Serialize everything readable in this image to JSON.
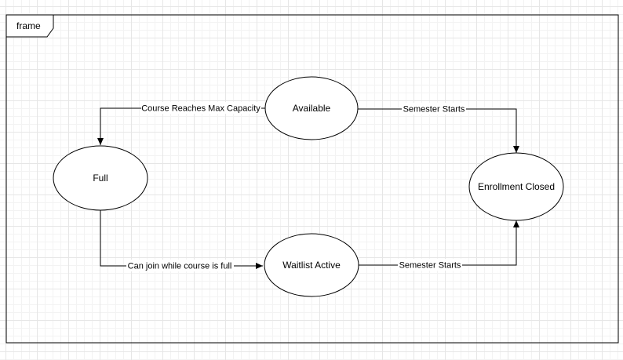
{
  "frame": {
    "label": "frame"
  },
  "states": {
    "available": "Available",
    "full": "Full",
    "waitlist": "Waitlist Active",
    "closed": "Enrollment Closed"
  },
  "transitions": {
    "available_to_full": "Course Reaches Max Capacity",
    "available_to_closed": "Semester Starts",
    "full_to_waitlist": "Can join while course is full",
    "waitlist_to_closed": "Semester Starts"
  },
  "colors": {
    "stroke": "#000000",
    "grid": "#e6e6e6",
    "fill": "#ffffff"
  }
}
